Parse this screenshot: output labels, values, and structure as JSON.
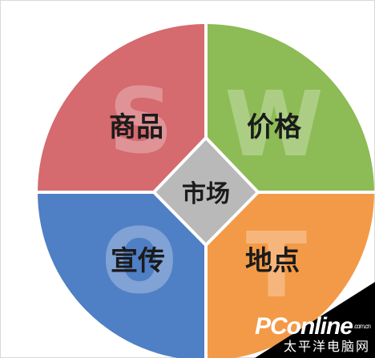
{
  "diagram": {
    "quadrants": [
      {
        "id": "S",
        "letter": "S",
        "label": "商品",
        "color": "#d56a6f"
      },
      {
        "id": "W",
        "letter": "W",
        "label": "价格",
        "color": "#8dbb55"
      },
      {
        "id": "O",
        "letter": "O",
        "label": "宣传",
        "color": "#4f7fc4"
      },
      {
        "id": "T",
        "letter": "T",
        "label": "地点",
        "color": "#f39a48"
      }
    ],
    "center": {
      "label": "市场",
      "color": "#b9b9b9"
    }
  },
  "watermark": {
    "logo": "PConline",
    "domain": ".com.cn",
    "subtitle": "太平洋电脑网"
  }
}
